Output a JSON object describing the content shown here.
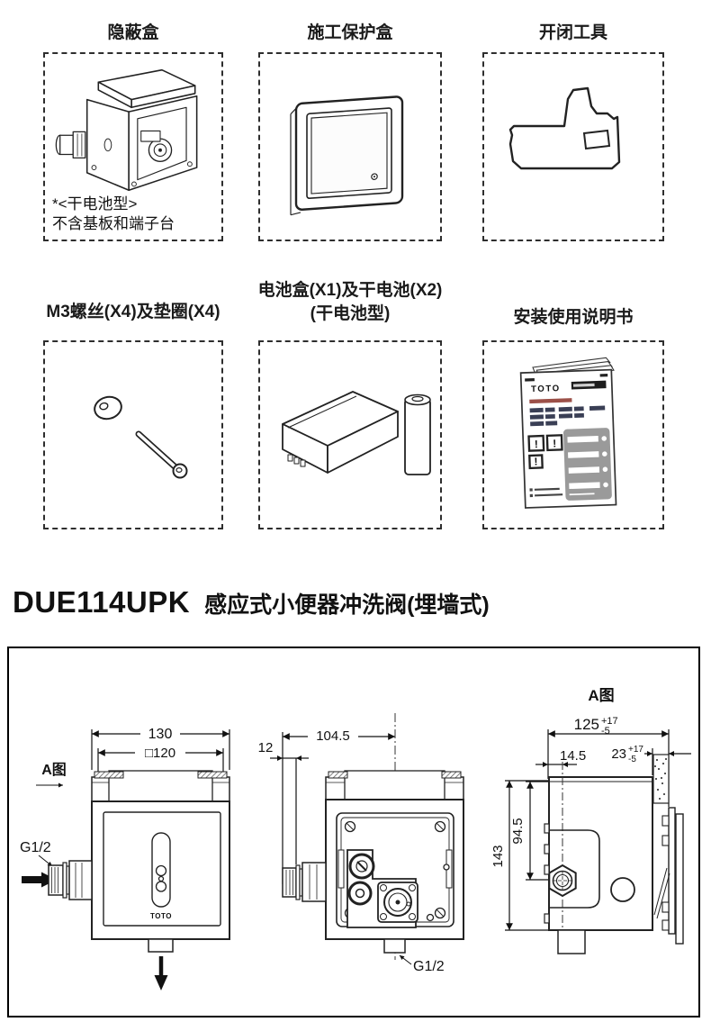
{
  "parts": {
    "row1": [
      {
        "label": "隐蔽盒",
        "note_line1": "*<干电池型>",
        "note_line2": "不含基板和端子台"
      },
      {
        "label": "施工保护盒"
      },
      {
        "label": "开闭工具"
      }
    ],
    "row2": [
      {
        "label": "M3螺丝(X4)及垫圈(X4)"
      },
      {
        "label": "电池盒(X1)及干电池(X2)",
        "label_line2": "(干电池型)"
      },
      {
        "label": "安装使用说明书",
        "manual_logo": "TOTO"
      }
    ]
  },
  "product": {
    "model": "DUE114UPK",
    "name": "感应式小便器冲洗阀(埋墙式)"
  },
  "drawing": {
    "front": {
      "view_ref": "A图",
      "dim_width": "130",
      "dim_face": "□120",
      "inlet": "G1/2",
      "logo": "TOTO"
    },
    "plan": {
      "dim_offset": "12",
      "dim_center": "104.5",
      "outlet": "G1/2"
    },
    "side": {
      "title": "A图",
      "depth": {
        "base": "125",
        "plus": "+17",
        "minus": "-5"
      },
      "wall": {
        "base": "23",
        "plus": "+17",
        "minus": "-5"
      },
      "inlet_offset": "14.5",
      "inlet_height": "94.5",
      "height": "143"
    }
  }
}
